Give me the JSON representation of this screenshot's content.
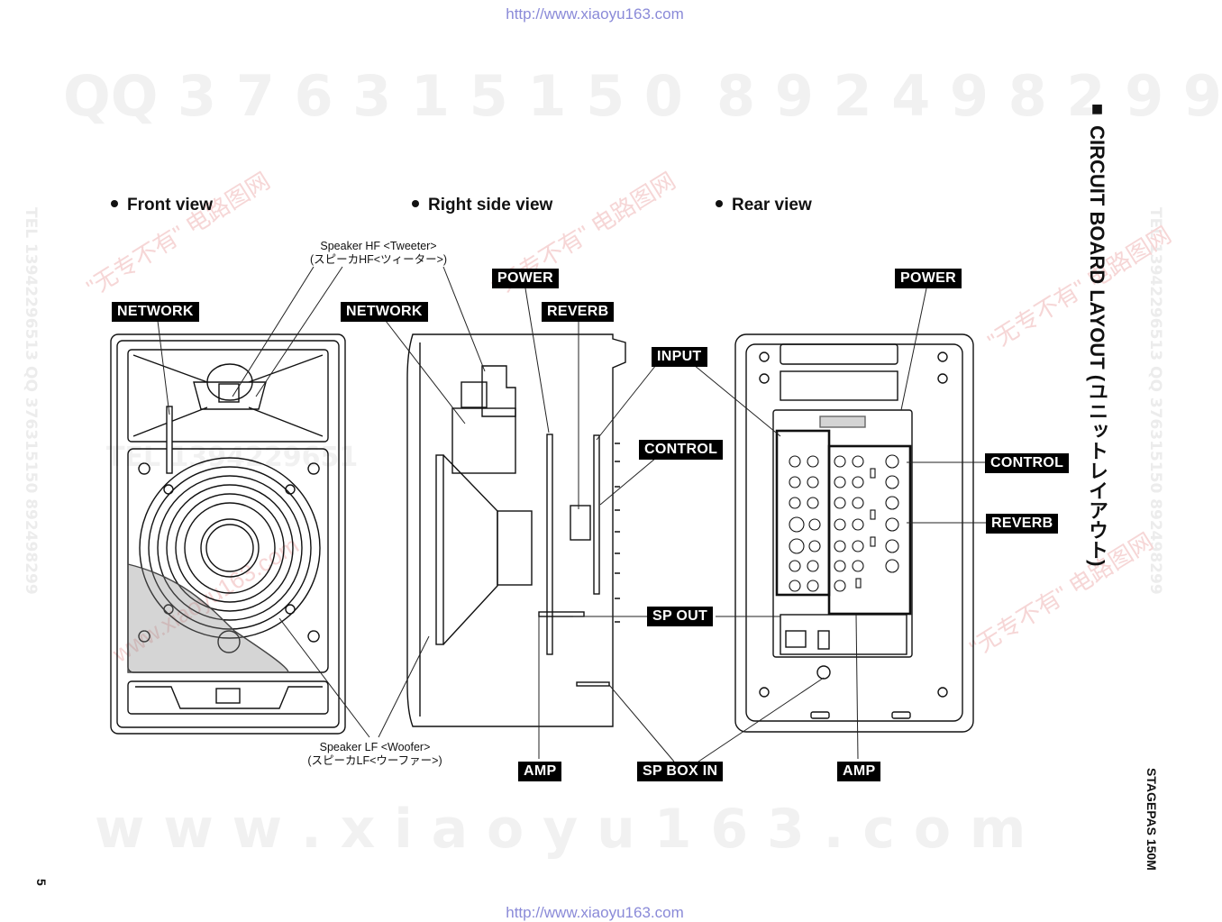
{
  "header_url": "http://www.xiaoyu163.com",
  "footer_url": "http://www.xiaoyu163.com",
  "watermarks": {
    "qq_left": "QQ 3 7 6 3 1 5 1 5 0",
    "qq_right": "8 9 2 4 9 8 2 9 9",
    "bottom": "w w w . x i a o y u 1 6 3 . c o m",
    "tel_left": "TEL 13942296513 QQ 376315150 892498299",
    "tel_right": "TEL 13942296513 QQ 376315150 892498299",
    "mid_tel": "TEL 1394229651",
    "diag": [
      "\"无专不有\" 电路图网",
      "www.xiaoyu163.com"
    ]
  },
  "views": {
    "front": "Front view",
    "right_side": "Right side view",
    "rear": "Rear view"
  },
  "speaker_hf": {
    "line1": "Speaker HF <Tweeter>",
    "line2": "(スピーカHF<ツィーター>)"
  },
  "speaker_lf": {
    "line1": "Speaker LF <Woofer>",
    "line2": "(スピーカLF<ウーファー>)"
  },
  "labels": {
    "network_front": "NETWORK",
    "network_side": "NETWORK",
    "power_side": "POWER",
    "reverb_side": "REVERB",
    "input": "INPUT",
    "control_side": "CONTROL",
    "sp_out": "SP OUT",
    "amp_side": "AMP",
    "sp_box_in": "SP BOX IN",
    "amp_rear": "AMP",
    "power_rear": "POWER",
    "control_rear": "CONTROL",
    "reverb_rear": "REVERB"
  },
  "title": "■ CIRCUIT BOARD LAYOUT (ユニットレイアウト)",
  "model": "STAGEPAS 150M",
  "page_number": "5"
}
